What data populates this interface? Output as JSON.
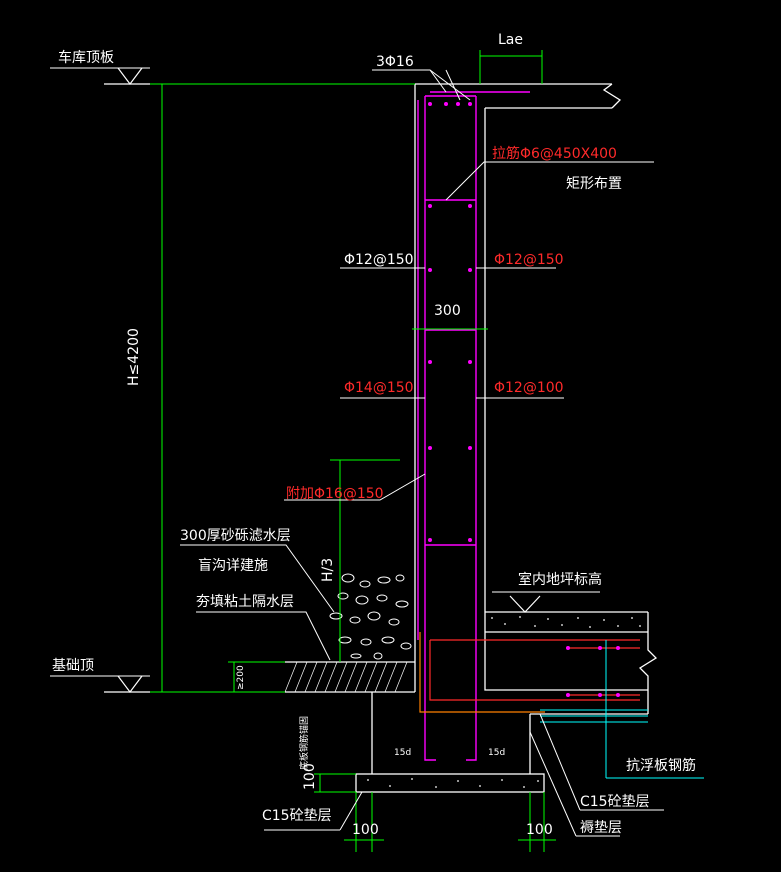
{
  "labels": {
    "garage_roof": "车库顶板",
    "foundation_top": "基础顶",
    "lae": "Lae",
    "top_bars": "3Φ16",
    "tie_bars": "拉筋Φ6@450X400",
    "tie_layout": "矩形布置",
    "left_upper_bars": "Φ12@150",
    "right_upper_bars": "Φ12@150",
    "wall_thickness": "300",
    "left_lower_bars": "Φ14@150",
    "right_lower_bars": "Φ12@100",
    "height": "H≤4200",
    "h3": "H/3",
    "added_bars": "附加Φ16@150",
    "gravel_layer": "300厚砂砾滤水层",
    "drain_note": "盲沟详建施",
    "clay_layer": "夯填粘土隔水层",
    "indoor_floor": "室内地坪标高",
    "min_200": "≥200",
    "vertical_note": "底板钢筋锚固",
    "anchor_left": "15d",
    "anchor_right": "15d",
    "pad_100": "100",
    "c15_left": "C15砼垫层",
    "c15_right": "C15砼垫层",
    "cushion": "褥垫层",
    "dim_100_left": "100",
    "dim_100_right": "100",
    "anti_float": "抗浮板钢筋"
  },
  "colors": {
    "background": "#000000",
    "white": "#ffffff",
    "magenta": "#ff00ff",
    "red": "#ff2a2a",
    "green": "#00ff00",
    "cyan": "#00ffff",
    "blue": "#6080ff",
    "orange": "#ff7f00"
  }
}
